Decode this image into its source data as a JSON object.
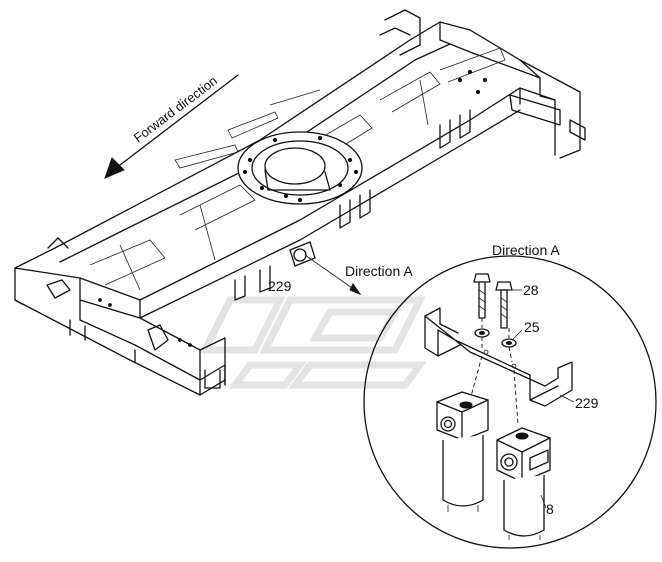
{
  "labels": {
    "forward_direction": "Forward direction",
    "direction_a_main": "Direction A",
    "direction_a_detail": "Direction A",
    "part_229_main": "229",
    "part_28": "28",
    "part_25": "25",
    "part_229_detail": "229",
    "part_8": "8"
  },
  "colors": {
    "line": "#111111",
    "background": "#ffffff",
    "watermark": "#e6e6e6"
  },
  "icons": {
    "forward_arrow": "arrow-down-left-icon"
  }
}
